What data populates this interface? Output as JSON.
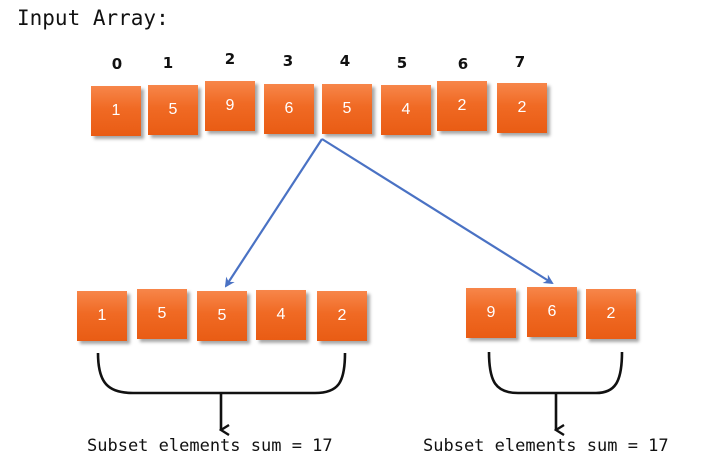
{
  "title": "Input Array:",
  "input_array": {
    "indices": [
      "0",
      "1",
      "2",
      "3",
      "4",
      "5",
      "6",
      "7"
    ],
    "values": [
      "1",
      "5",
      "9",
      "6",
      "5",
      "4",
      "2",
      "2"
    ]
  },
  "left_subset": {
    "values": [
      "1",
      "5",
      "5",
      "4",
      "2"
    ],
    "caption": "Subset elements sum = 17"
  },
  "right_subset": {
    "values": [
      "9",
      "6",
      "2"
    ],
    "caption": "Subset elements sum = 17"
  },
  "colors": {
    "box_fill": "#f06a24",
    "arrow_blue": "#4a72c4",
    "text": "#111111"
  }
}
